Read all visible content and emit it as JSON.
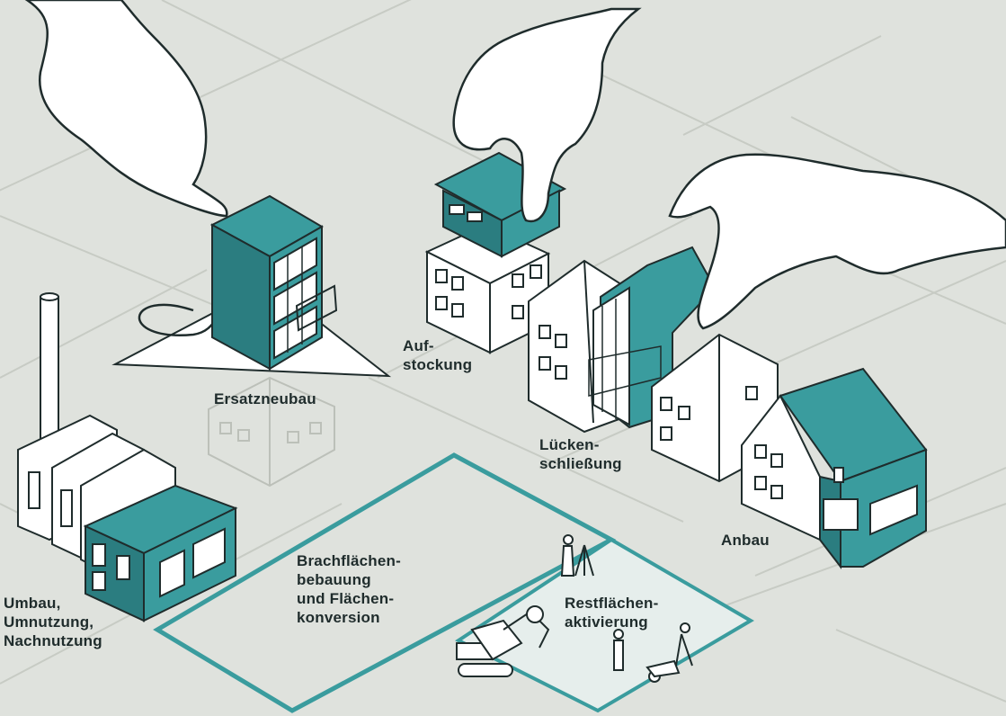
{
  "labels": {
    "ersatzneubau": [
      "Ersatzneubau"
    ],
    "aufstockung": [
      "Auf-",
      "stockung"
    ],
    "lueckenschliessung": [
      "Lücken-",
      "schließung"
    ],
    "anbau": [
      "Anbau"
    ],
    "brachflaechen": [
      "Brachflächen-",
      "bebauung",
      "und Flächen-",
      "konversion"
    ],
    "restflaechen": [
      "Restflächen-",
      "aktivierung"
    ],
    "umbau": [
      "Umbau,",
      "Umnutzung,",
      "Nachnutzung"
    ]
  },
  "colors": {
    "background": "#dfe2dd",
    "accent": "#3a9c9e",
    "accent_dark": "#2b7d80",
    "outline": "#1f2c2c",
    "paper": "#ffffff",
    "ghost": "#c9ccc6",
    "highlight_area": "#e8f0ee"
  }
}
